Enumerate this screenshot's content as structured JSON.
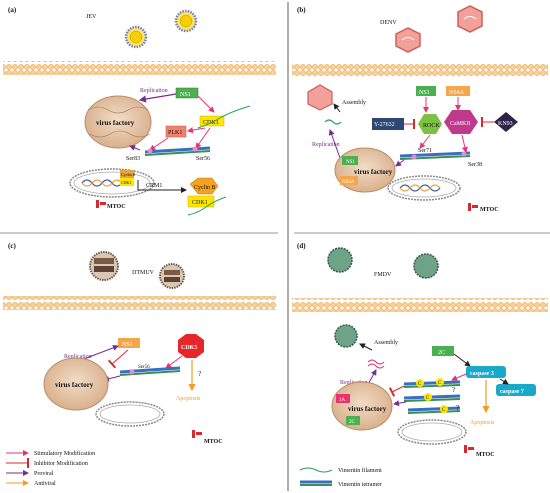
{
  "panels": {
    "a": {
      "label": "(a)",
      "virus": "JEV",
      "factory": "virus factory",
      "replication": "Replication",
      "ns1": "NS1",
      "cdk1": "CDK1",
      "plk1": "PLK1",
      "ser83": "Ser83",
      "ser56": "Ser56",
      "crm1": "CRM1",
      "cyclinb": "Cyclin B",
      "cyclinb_nuc": "Cyclin B",
      "cdk1_nuc": "CDK1",
      "cdk1_bottom": "CDK1",
      "mtoc": "MTOC"
    },
    "b": {
      "label": "(b)",
      "virus": "DENV",
      "assembly": "Assembly",
      "replication": "Replication",
      "ns1": "NS1",
      "ns4a": "NS4A",
      "y27632": "Y-27632",
      "rock": "ROCK",
      "camkii": "CaMKII",
      "kn93": "KN93",
      "ser71": "Ser71",
      "ser38": "Ser38",
      "factory": "virus factory",
      "ns1_factory": "NS1",
      "ns4a_factory": "NS4A",
      "mtoc": "MTOC"
    },
    "c": {
      "label": "(c)",
      "virus": "DTMUV",
      "replication": "Replication",
      "ns1": "NS1",
      "cdk5": "CDK5",
      "ser56": "Ser56",
      "question": "?",
      "factory": "virus factory",
      "apoptosis": "Apoptosis",
      "mtoc": "MTOC"
    },
    "d": {
      "label": "(d)",
      "virus": "FMDV",
      "assembly": "Assembly",
      "replication": "Replication",
      "p2c": "2C",
      "caspase3": "caspase 3",
      "caspase7": "caspase 7",
      "factory": "virus factory",
      "p3a": "3A",
      "p2c_factory": "2C",
      "c": "C",
      "question": "?",
      "apoptosis": "Apoptosis",
      "mtoc": "MTOC"
    }
  },
  "legend": {
    "stimulatory": "Stimulatory Modification",
    "inhibitor": "Inhibitor Modification",
    "proviral": "Proviral",
    "antiviral": "Antiviral",
    "filament": "Vimentin filament",
    "tetramer": "Vimentin tetramer"
  },
  "colors": {
    "membrane": "#f8d19a",
    "membrane_edge": "#e9a64e",
    "factory": "#e6c6a6",
    "stimulatory": "#e8336f",
    "inhibitor": "#d9282f",
    "proviral": "#7b2a8f",
    "antiviral": "#f39c1f",
    "ns1": "#4caf50",
    "cdk1": "#ffe600",
    "plk1": "#f08070",
    "ns4a": "#f5a54a",
    "rock": "#7cc242",
    "camkii": "#c03a8b",
    "kn93": "#2e2346",
    "y27632": "#2e4773",
    "cdk5": "#e5262a",
    "caspase": "#1ba9c9"
  }
}
